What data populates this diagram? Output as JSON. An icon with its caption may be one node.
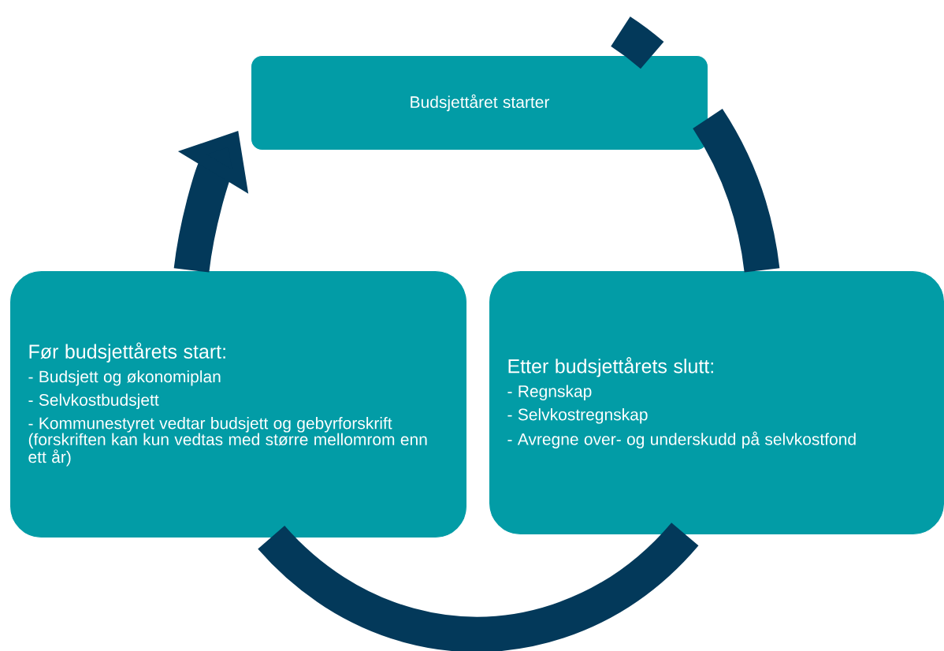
{
  "diagram": {
    "nodes": [
      {
        "text": [
          "Budsjettåret starter"
        ]
      },
      {
        "text": [
          "Før budsjettårets start:",
          "- Budsjett og økonomiplan",
          "- Selvkostbudsjett",
          "- Kommunestyret vedtar budsjett og gebyrforskrift (forskriften kan kun vedtas med større mellomrom enn ett år)"
        ]
      },
      {
        "text": [
          "Etter budsjettårets slutt:",
          "- Regnskap",
          "- Selvkostregnskap",
          "- Avregne over- og underskudd på selvkostfond"
        ]
      }
    ],
    "edges": [
      {
        "from": 1,
        "to": 0,
        "arrow": "to"
      },
      {
        "from": 0,
        "to": 2,
        "arrow": "none"
      },
      {
        "from": 2,
        "to": 1,
        "arrow": "none"
      }
    ]
  }
}
